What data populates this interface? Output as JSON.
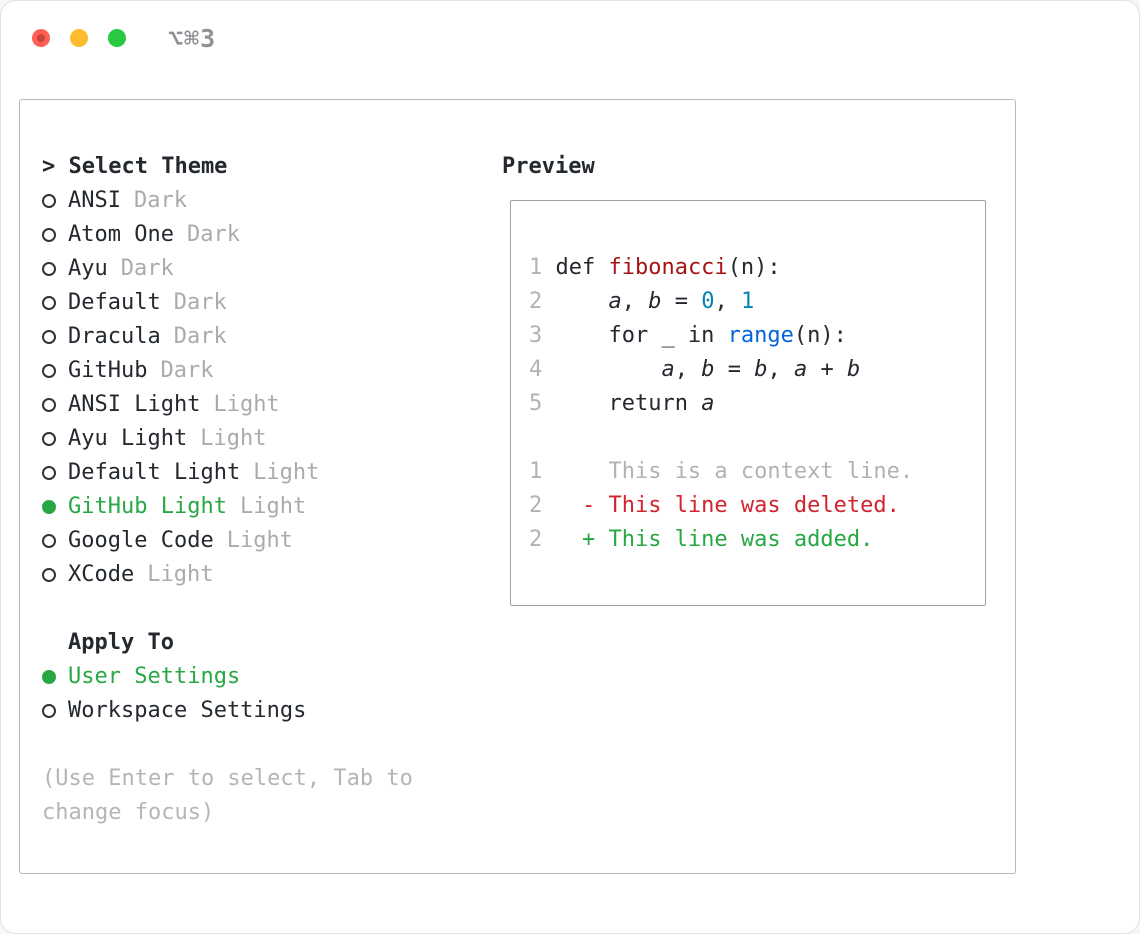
{
  "window": {
    "title": "⌥⌘3"
  },
  "colors": {
    "accent_green": "#28a745",
    "added_green": "#28a745",
    "deleted_red": "#d1242f",
    "function_red": "#a31515",
    "number_teal": "#0086b3",
    "builtin_blue": "#0366d6",
    "muted_gray": "#b0b3b6"
  },
  "theme_picker": {
    "heading": "> Select Theme",
    "items": [
      {
        "name": "ANSI",
        "variant": "Dark",
        "selected": false
      },
      {
        "name": "Atom One",
        "variant": "Dark",
        "selected": false
      },
      {
        "name": "Ayu",
        "variant": "Dark",
        "selected": false
      },
      {
        "name": "Default",
        "variant": "Dark",
        "selected": false
      },
      {
        "name": "Dracula",
        "variant": "Dark",
        "selected": false
      },
      {
        "name": "GitHub",
        "variant": "Dark",
        "selected": false
      },
      {
        "name": "ANSI Light",
        "variant": "Light",
        "selected": false
      },
      {
        "name": "Ayu Light",
        "variant": "Light",
        "selected": false
      },
      {
        "name": "Default Light",
        "variant": "Light",
        "selected": false
      },
      {
        "name": "GitHub Light",
        "variant": "Light",
        "selected": true
      },
      {
        "name": "Google Code",
        "variant": "Light",
        "selected": false
      },
      {
        "name": "XCode",
        "variant": "Light",
        "selected": false
      }
    ],
    "apply_to": {
      "heading": "Apply To",
      "options": [
        {
          "label": "User Settings",
          "selected": true
        },
        {
          "label": "Workspace Settings",
          "selected": false
        }
      ]
    },
    "hint": "(Use Enter to select, Tab to change focus)"
  },
  "preview": {
    "heading": "Preview",
    "lines": [
      {
        "num": "1",
        "tokens": [
          [
            "def ",
            "p"
          ],
          [
            "fibonacci",
            "fn"
          ],
          [
            "(n):",
            "p"
          ]
        ]
      },
      {
        "num": "2",
        "tokens": [
          [
            "    ",
            "p"
          ],
          [
            "a",
            "v"
          ],
          [
            ", ",
            "p"
          ],
          [
            "b",
            "v"
          ],
          [
            " = ",
            "p"
          ],
          [
            "0",
            "n"
          ],
          [
            ", ",
            "p"
          ],
          [
            "1",
            "n"
          ]
        ]
      },
      {
        "num": "3",
        "tokens": [
          [
            "    for _ in ",
            "p"
          ],
          [
            "range",
            "b"
          ],
          [
            "(n):",
            "p"
          ]
        ]
      },
      {
        "num": "4",
        "tokens": [
          [
            "        ",
            "p"
          ],
          [
            "a",
            "v"
          ],
          [
            ", ",
            "p"
          ],
          [
            "b",
            "v"
          ],
          [
            " = ",
            "p"
          ],
          [
            "b",
            "v"
          ],
          [
            ", ",
            "p"
          ],
          [
            "a",
            "v"
          ],
          [
            " + ",
            "p"
          ],
          [
            "b",
            "v"
          ]
        ]
      },
      {
        "num": "5",
        "tokens": [
          [
            "    return ",
            "p"
          ],
          [
            "a",
            "v"
          ]
        ]
      },
      {
        "num": "",
        "tokens": []
      },
      {
        "num": "1",
        "tokens": [
          [
            "    This is a context line.",
            "ctx"
          ]
        ]
      },
      {
        "num": "2",
        "tokens": [
          [
            "  - This line was deleted.",
            "del"
          ]
        ]
      },
      {
        "num": "2",
        "tokens": [
          [
            "  + This line was added.",
            "add"
          ]
        ]
      }
    ]
  }
}
